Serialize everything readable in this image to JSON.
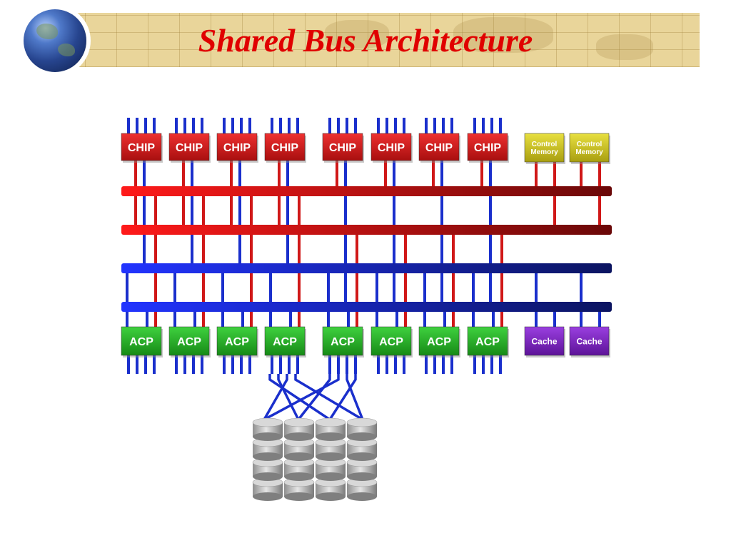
{
  "slide": {
    "title": "Shared Bus Architecture"
  },
  "diagram": {
    "chips": [
      "CHIP",
      "CHIP",
      "CHIP",
      "CHIP",
      "CHIP",
      "CHIP",
      "CHIP",
      "CHIP"
    ],
    "control_memories": [
      {
        "line1": "Control",
        "line2": "Memory"
      },
      {
        "line1": "Control",
        "line2": "Memory"
      }
    ],
    "acps": [
      "ACP",
      "ACP",
      "ACP",
      "ACP",
      "ACP",
      "ACP",
      "ACP",
      "ACP"
    ],
    "caches": [
      "Cache",
      "Cache"
    ],
    "disk_stacks": 4,
    "disks_per_stack": 4,
    "buses": {
      "red": 2,
      "blue": 2
    },
    "colors": {
      "title": "#e00000",
      "chip": "#cc1b1b",
      "control_memory": "#c8c020",
      "acp": "#22aa22",
      "cache": "#7a1fc0",
      "red_bus": "#e01010",
      "blue_bus": "#1a2fcc",
      "disk": "#bdbdbd"
    }
  }
}
